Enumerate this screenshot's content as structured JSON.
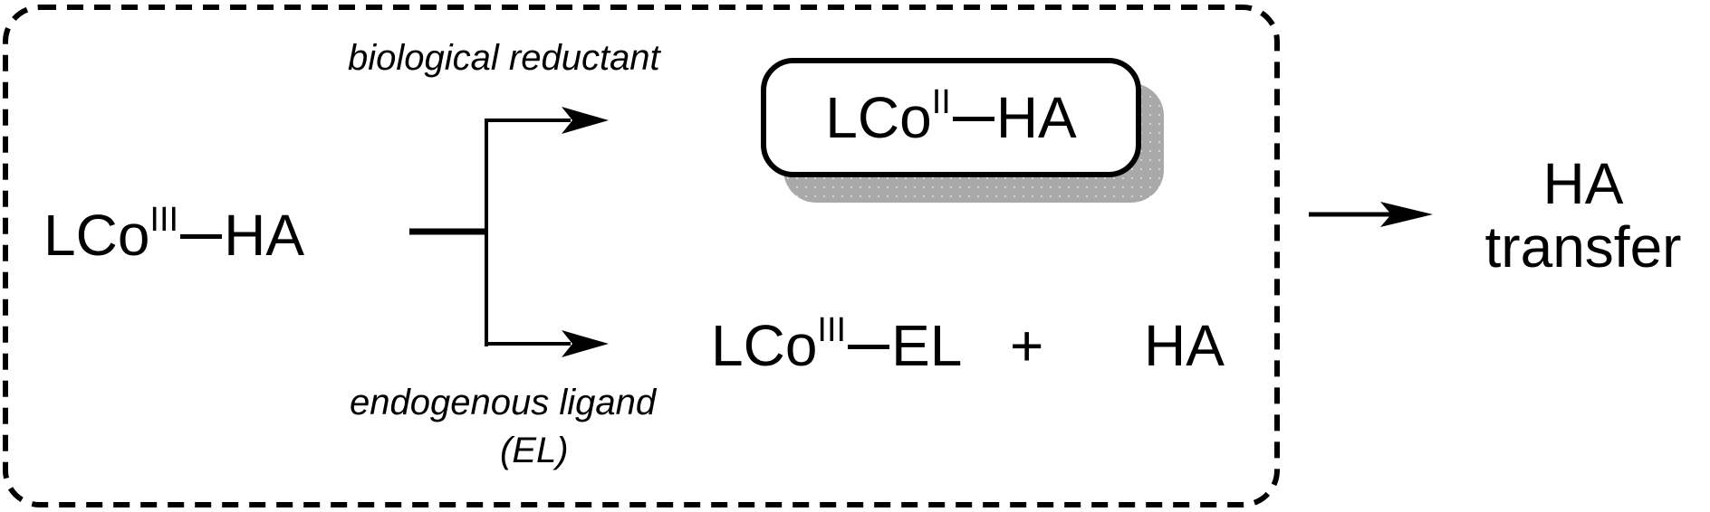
{
  "scheme": {
    "reactant": {
      "prefix": "LCo",
      "oxidation": "III",
      "ligand": "HA"
    },
    "upper_path": {
      "label": "biological reductant",
      "product": {
        "prefix": "LCo",
        "oxidation": "II",
        "ligand": "HA"
      },
      "highlighted": true
    },
    "lower_path": {
      "label_line1": "endogenous ligand",
      "label_line2": "(EL)",
      "product": {
        "prefix": "LCo",
        "oxidation": "III",
        "ligand": "EL"
      },
      "plus": "+",
      "coproduct": "HA"
    },
    "outcome": {
      "line1": "HA",
      "line2": "transfer"
    },
    "colors": {
      "stroke": "#000000",
      "shadow": "#a9a9a9",
      "background": "#ffffff"
    }
  }
}
